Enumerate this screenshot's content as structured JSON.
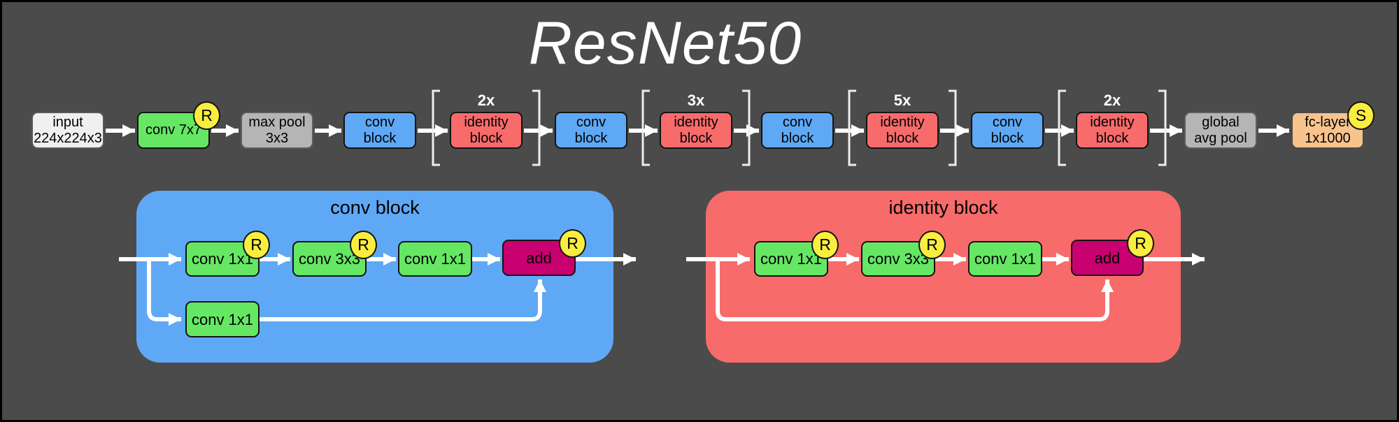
{
  "title": "ResNet50",
  "pipeline": [
    {
      "label": "input\n224x224x3"
    },
    {
      "label": "conv 7x7",
      "badge": "R"
    },
    {
      "label": "max pool\n3x3"
    },
    {
      "label": "conv\nblock"
    },
    {
      "label": "identity\nblock",
      "repeat": "2x"
    },
    {
      "label": "conv\nblock"
    },
    {
      "label": "identity\nblock",
      "repeat": "3x"
    },
    {
      "label": "conv\nblock"
    },
    {
      "label": "identity\nblock",
      "repeat": "5x"
    },
    {
      "label": "conv\nblock"
    },
    {
      "label": "identity\nblock",
      "repeat": "2x"
    },
    {
      "label": "global\navg pool"
    },
    {
      "label": "fc-layer\n1x1000",
      "badge": "S"
    }
  ],
  "conv_block_detail": {
    "title": "conv block",
    "main_path": [
      {
        "label": "conv 1x1",
        "badge": "R"
      },
      {
        "label": "conv 3x3",
        "badge": "R"
      },
      {
        "label": "conv 1x1"
      },
      {
        "label": "add",
        "badge": "R"
      }
    ],
    "shortcut_path": [
      {
        "label": "conv 1x1"
      }
    ]
  },
  "identity_block_detail": {
    "title": "identity block",
    "main_path": [
      {
        "label": "conv 1x1",
        "badge": "R"
      },
      {
        "label": "conv 3x3",
        "badge": "R"
      },
      {
        "label": "conv 1x1"
      },
      {
        "label": "add",
        "badge": "R"
      }
    ],
    "shortcut_path": []
  },
  "colors": {
    "background": "#4b4b4b",
    "conv_green": "#65e764",
    "block_blue": "#5fa8f5",
    "identity_red": "#f76b6b",
    "pool_gray": "#b5b5b5",
    "input_white": "#f0f0f0",
    "fc_peach": "#f9c38d",
    "add_magenta": "#c9006f",
    "badge_yellow": "#f9ee3f",
    "line_white": "#ffffff"
  }
}
